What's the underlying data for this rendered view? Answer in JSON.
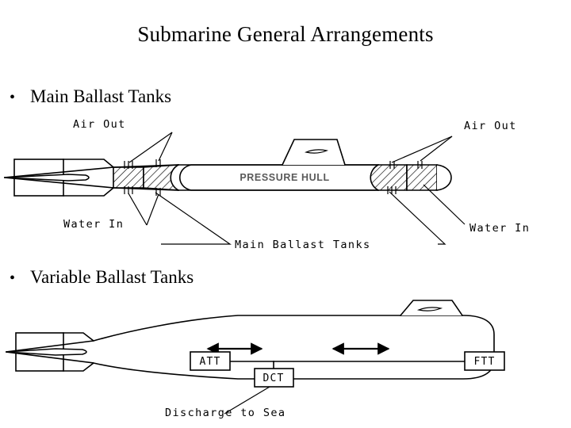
{
  "slide": {
    "title": "Submarine General Arrangements",
    "bullet_marker": "•",
    "bullets": [
      {
        "label": "Main Ballast Tanks"
      },
      {
        "label": "Variable Ballast Tanks"
      }
    ]
  },
  "diagram_mbt": {
    "hull_label": "PRESSURE HULL",
    "callouts": {
      "air_out_left": "Air Out",
      "air_out_right": "Air Out",
      "water_in_left": "Water In",
      "water_in_right": "Water In",
      "main_ballast_tanks": "Main Ballast Tanks"
    }
  },
  "diagram_vbt": {
    "tank_boxes": [
      {
        "id": "att",
        "label": "ATT"
      },
      {
        "id": "dct",
        "label": "DCT"
      },
      {
        "id": "ftt",
        "label": "FTT"
      }
    ],
    "callouts": {
      "discharge_to_sea": "Discharge to Sea"
    }
  },
  "colors": {
    "ink": "#000000",
    "hull_text": "#5a5a5a",
    "background": "#ffffff"
  }
}
